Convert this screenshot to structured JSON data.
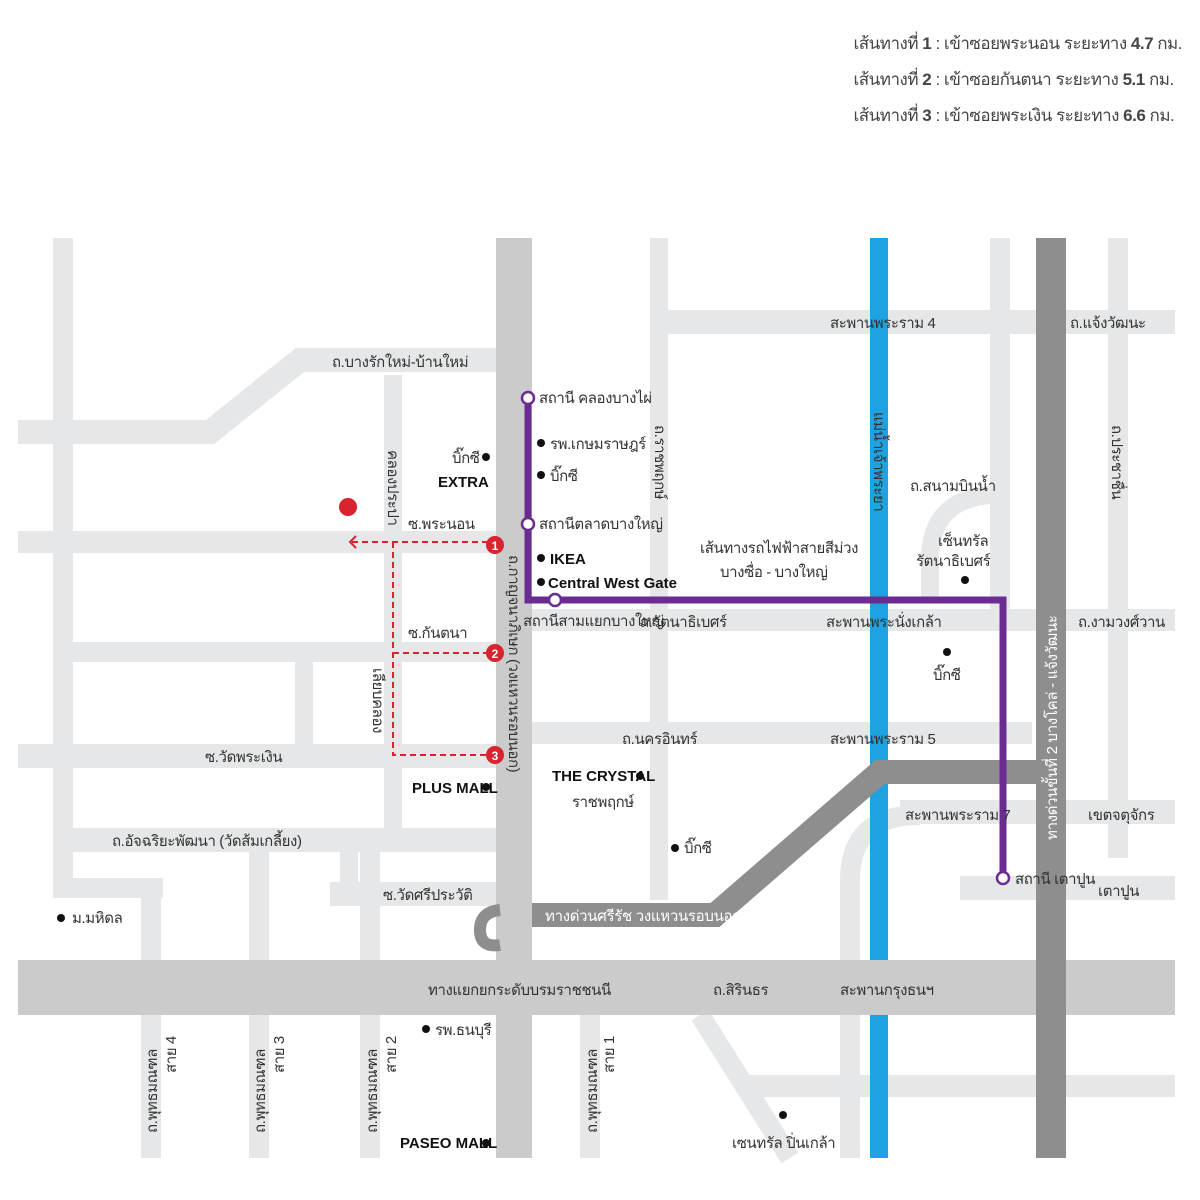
{
  "legend": {
    "routes": [
      {
        "prefix": "เส้นทางที่",
        "num": "1",
        "text": ": เข้าซอยพระนอน ระยะทาง",
        "dist": "4.7",
        "unit": "กม."
      },
      {
        "prefix": "เส้นทางที่",
        "num": "2",
        "text": ": เข้าซอยกันตนา ระยะทาง",
        "dist": "5.1",
        "unit": "กม."
      },
      {
        "prefix": "เส้นทางที่",
        "num": "3",
        "text": ": เข้าซอยพระเงิน ระยะทาง",
        "dist": "6.6",
        "unit": "กม."
      }
    ]
  },
  "roads": {
    "rama4": "สะพานพระราม 4",
    "chaengwattana": "ถ.แจ้งวัฒนะ",
    "bangrak": "ถ.บางรักใหม่-บ้านใหม่",
    "khlong_prapa": "คลองประปา",
    "phranon": "ซ.พระนอน",
    "kantana": "ซ.กันตนา",
    "liab_khlong": "เลียบคลอง",
    "wat_phra_ngoen": "ซ.วัดพระเงิน",
    "atchariya": "ถ.อัจฉริยะพัฒนา (วัดส้มเกลี้ยง)",
    "wat_si_prawat": "ซ.วัดศรีประวัติ",
    "kanchanaphisek": "ถ.กาญจนาภิเษก (วงแหวนรอบนอก)",
    "ratchaphruek": "ถ.ราชพฤกษ์",
    "river": "แม่น้ำเจ้าพระยา",
    "sanambinnam": "ถ.สนามบินน้ำ",
    "prachachuen": "ถ.ประชาชื่น",
    "rattanathibet": "ถ.รัตนาธิเบศร์",
    "nang_klao": "สะพานพระนั่งเกล้า",
    "ngamwongwan": "ถ.งามวงศ์วาน",
    "nakhon_in": "ถ.นครอินทร์",
    "rama5": "สะพานพระราม 5",
    "rama7": "สะพานพระราม 7",
    "khet_chatuchak": "เขตจตุจักร",
    "tao_poon": "เตาปูน",
    "expressway2": "ทางด่วนขั้นที่ 2 บางโคล่ - แจ้งวัฒนะ",
    "sirat": "ทางด่วนศรีรัช วงแหวนรอบนอก",
    "interchange": "ทางแยกยกระดับบรมราชชนนี",
    "sirindhorn": "ถ.สิรินธร",
    "krung_thon": "สะพานกรุงธนฯ",
    "phutthamonthon4": "ถ.พุทธมณฑล",
    "sai4": "สาย 4",
    "phutthamonthon3": "ถ.พุทธมณฑล",
    "sai3": "สาย 3",
    "phutthamonthon2": "ถ.พุทธมณฑล",
    "sai2": "สาย 2",
    "phutthamonthon1": "ถ.พุทธมณฑล",
    "sai1": "สาย 1"
  },
  "purple_line": {
    "title": "เส้นทางรถไฟฟ้าสายสีม่วง",
    "subtitle": "บางซื่อ - บางใหญ่",
    "color": "#6a2c91",
    "stations": [
      "สถานี คลองบางไผ่",
      "สถานีตลาดบางใหญ่",
      "สถานีสามแยกบางใหญ่",
      "สถานี เตาปูน"
    ]
  },
  "pois": {
    "bigc_extra": "บิ๊กซี",
    "extra": "EXTRA",
    "kasemrad": "รพ.เกษมราษฎร์",
    "bigc1": "บิ๊กซี",
    "ikea": "IKEA",
    "central_west_gate": "Central West Gate",
    "central_ratta_1": "เซ็นทรัล",
    "central_ratta_2": "รัตนาธิเบศร์",
    "bigc2": "บิ๊กซี",
    "plus_mall": "PLUS MALL",
    "crystal": "THE CRYSTAL",
    "crystal_sub": "ราชพฤกษ์",
    "bigc3": "บิ๊กซี",
    "mahidol": "ม.มหิดล",
    "thonburi_hosp": "รพ.ธนบุรี",
    "paseo": "PASEO MALL",
    "central_pinklao": "เซนทรัล ปิ่นเกล้า"
  },
  "route_markers": [
    "1",
    "2",
    "3"
  ],
  "colors": {
    "route": "#d9232e",
    "river": "#1fa3e0",
    "purple": "#6a2c91"
  }
}
